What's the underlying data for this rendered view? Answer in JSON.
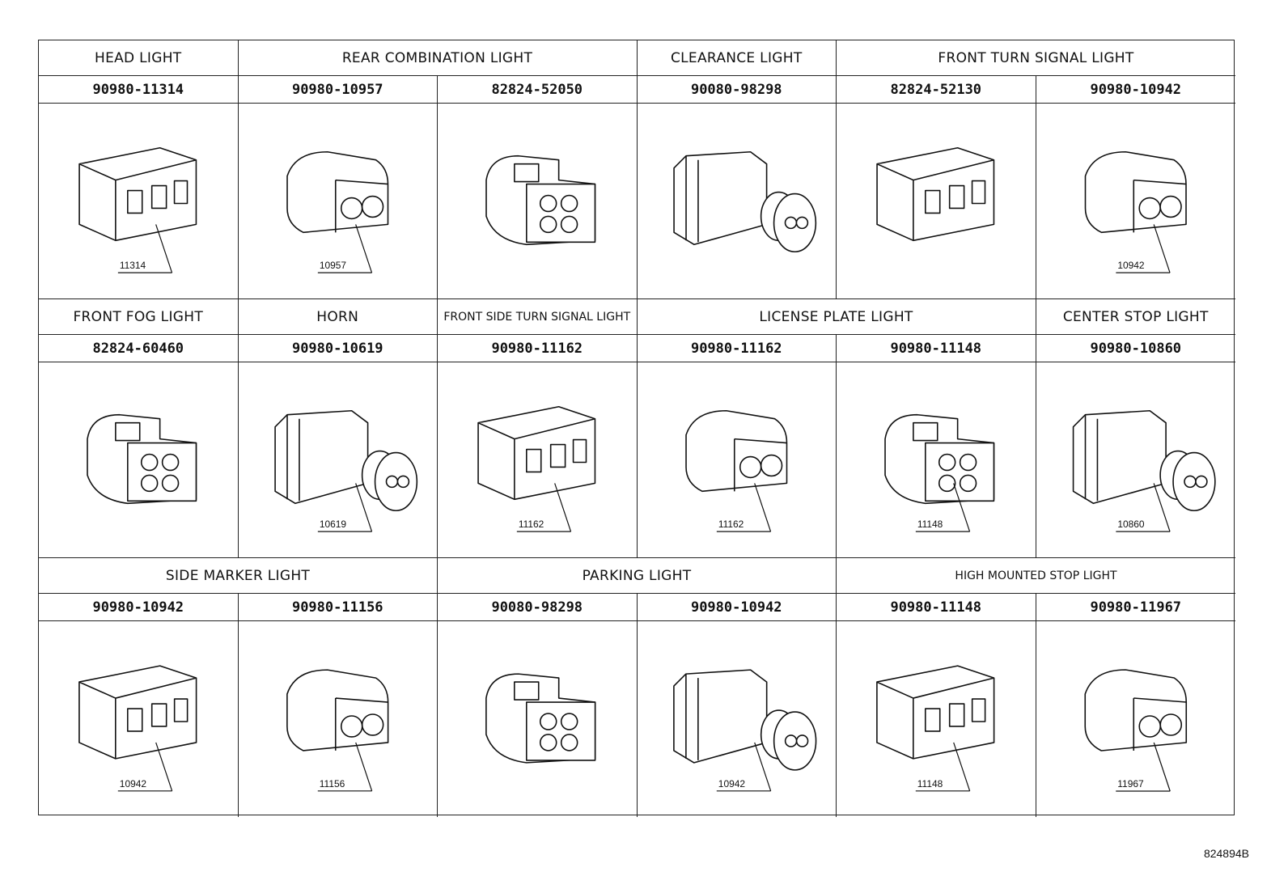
{
  "sections": [
    {
      "groups": [
        {
          "title": "HEAD LIGHT",
          "span": 1
        },
        {
          "title": "REAR COMBINATION LIGHT",
          "span": 2
        },
        {
          "title": "CLEARANCE LIGHT",
          "span": 1
        },
        {
          "title": "FRONT TURN SIGNAL LIGHT",
          "span": 2
        }
      ],
      "parts": [
        "90980-11314",
        "90980-10957",
        "82824-52050",
        "90080-98298",
        "82824-52130",
        "90980-10942"
      ],
      "callouts": [
        "11314",
        "10957",
        "",
        "",
        "",
        "10942"
      ]
    },
    {
      "groups": [
        {
          "title": "FRONT FOG LIGHT",
          "span": 1
        },
        {
          "title": "HORN",
          "span": 1
        },
        {
          "title": "FRONT SIDE TURN SIGNAL LIGHT",
          "span": 1
        },
        {
          "title": "LICENSE PLATE LIGHT",
          "span": 2
        },
        {
          "title": "CENTER  STOP  LIGHT",
          "span": 1
        }
      ],
      "parts": [
        "82824-60460",
        "90980-10619",
        "90980-11162",
        "90980-11162",
        "90980-11148",
        "90980-10860"
      ],
      "callouts": [
        "",
        "10619",
        "11162",
        "11162",
        "11148",
        "10860"
      ]
    },
    {
      "groups": [
        {
          "title": "SIDE  MARKER  LIGHT",
          "span": 2
        },
        {
          "title": "PARKING  LIGHT",
          "span": 2
        },
        {
          "title": "HIGH  MOUNTED  STOP  LIGHT",
          "span": 2
        }
      ],
      "parts": [
        "90980-10942",
        "90980-11156",
        "90080-98298",
        "90980-10942",
        "90980-11148",
        "90980-11967"
      ],
      "callouts": [
        "10942",
        "11156",
        "",
        "10942",
        "11148",
        "11967"
      ]
    }
  ],
  "diagram_id": "824894B"
}
